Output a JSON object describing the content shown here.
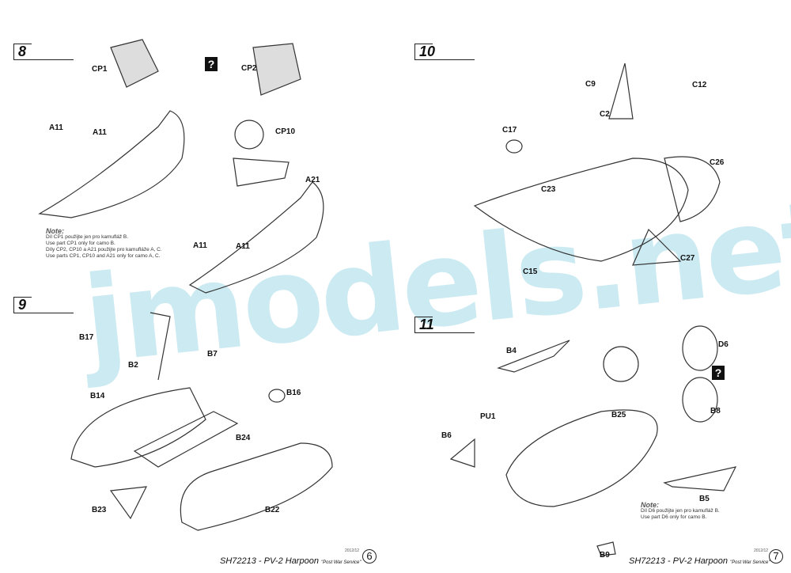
{
  "steps": [
    "8",
    "9",
    "10",
    "11"
  ],
  "parts": {
    "s8": [
      "CP1",
      "A11",
      "A11",
      "CP2",
      "CP10",
      "A21",
      "A11",
      "A11"
    ],
    "s9": [
      "B17",
      "B2",
      "B7",
      "B14",
      "B16",
      "B24",
      "B23",
      "B22"
    ],
    "s10": [
      "C9",
      "C12",
      "C2",
      "C17",
      "C26",
      "C23",
      "C27",
      "C15"
    ],
    "s11": [
      "B4",
      "D6",
      "B25",
      "B8",
      "PU1",
      "B6",
      "B5",
      "B9"
    ]
  },
  "question_mark": "?",
  "notes_left": {
    "heading": "Note:",
    "lines": [
      "Díl CP1 použijte jen pro kamufláž B.",
      "Use part CP1 only for camo B.",
      "Díly CP2, CP10 a A21 použijte pro kamufláže A, C.",
      "Use parts CP1, CP10 and A21 only for camo A, C."
    ]
  },
  "notes_right": {
    "heading": "Note:",
    "lines": [
      "Díl D6 použijte jen pro kamufláž B.",
      "Use part D6 only for camo B."
    ]
  },
  "footer_left": {
    "title": "SH72213 - PV-2 Harpoon",
    "subtitle": "\"Post War Service\"",
    "date": "2012/12",
    "page": "6"
  },
  "footer_right": {
    "title": "SH72213 - PV-2 Harpoon",
    "subtitle": "\"Post War Service\"",
    "date": "2012/12",
    "page": "7"
  },
  "watermark": "jmodels.net"
}
